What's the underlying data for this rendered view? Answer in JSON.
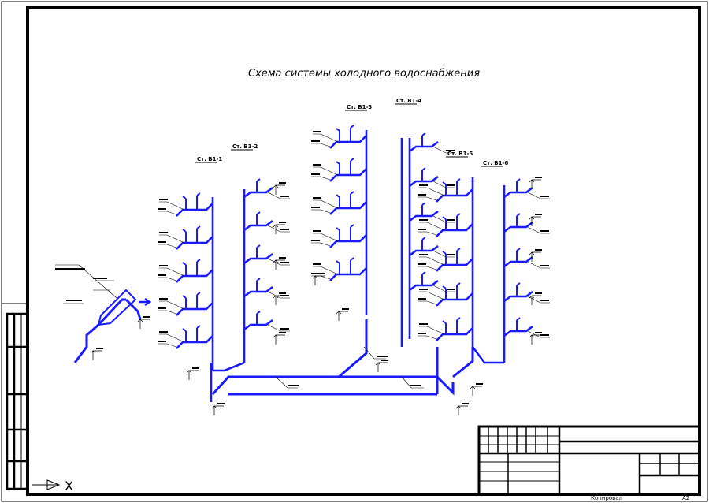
{
  "title": "Схема системы холодного водоснабжения",
  "risers": [
    {
      "id": "b1-1",
      "label": "Ст. В1-1"
    },
    {
      "id": "b1-2",
      "label": "Ст. В1-2"
    },
    {
      "id": "b1-3",
      "label": "Ст. В1-3"
    },
    {
      "id": "b1-4",
      "label": "Ст. В1-4"
    },
    {
      "id": "b1-5",
      "label": "Ст. В1-5"
    },
    {
      "id": "b1-6",
      "label": "Ст. В1-6"
    }
  ],
  "axis_label": "X",
  "footer": {
    "copied": "Копировал",
    "format": "А2"
  },
  "colors": {
    "pipe": "#1a1aff",
    "line": "#000000",
    "paper": "#ffffff"
  }
}
